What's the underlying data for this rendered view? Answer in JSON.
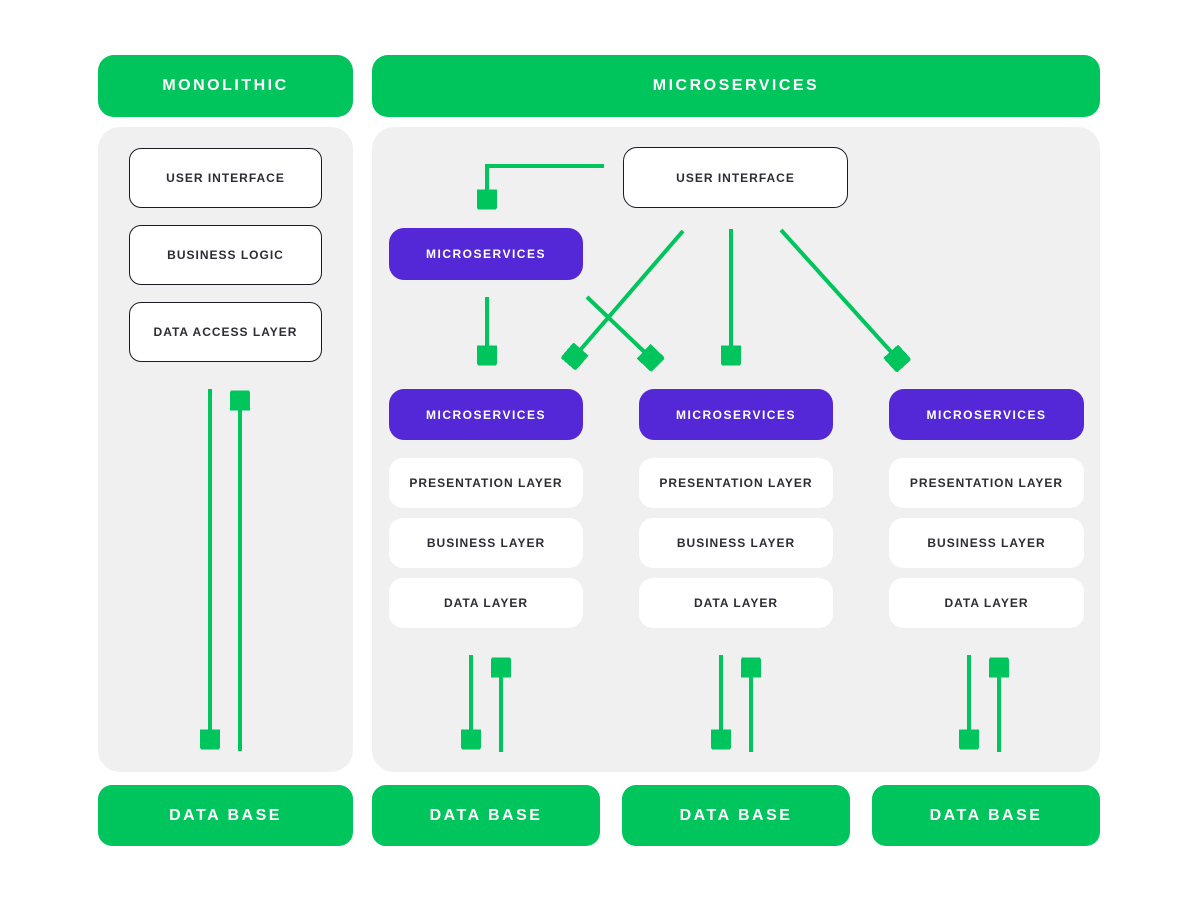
{
  "colors": {
    "green": "#00c45c",
    "purple": "#5428d6",
    "panel_gray": "#f0f0f0",
    "text_dark": "#2c2c36"
  },
  "monolithic": {
    "header_label": "MONOLITHIC",
    "layers": [
      "USER INTERFACE",
      "BUSINESS LOGIC",
      "DATA ACCESS LAYER"
    ],
    "database_label": "DATA BASE"
  },
  "microservices": {
    "header_label": "MICROSERVICES",
    "user_interface_label": "USER INTERFACE",
    "gateway_label": "MICROSERVICES",
    "columns": [
      {
        "service_label": "MICROSERVICES",
        "layers": [
          "PRESENTATION LAYER",
          "BUSINESS LAYER",
          "DATA LAYER"
        ],
        "database_label": "DATA BASE"
      },
      {
        "service_label": "MICROSERVICES",
        "layers": [
          "PRESENTATION LAYER",
          "BUSINESS LAYER",
          "DATA LAYER"
        ],
        "database_label": "DATA BASE"
      },
      {
        "service_label": "MICROSERVICES",
        "layers": [
          "PRESENTATION LAYER",
          "BUSINESS LAYER",
          "DATA LAYER"
        ],
        "database_label": "DATA BASE"
      }
    ]
  }
}
